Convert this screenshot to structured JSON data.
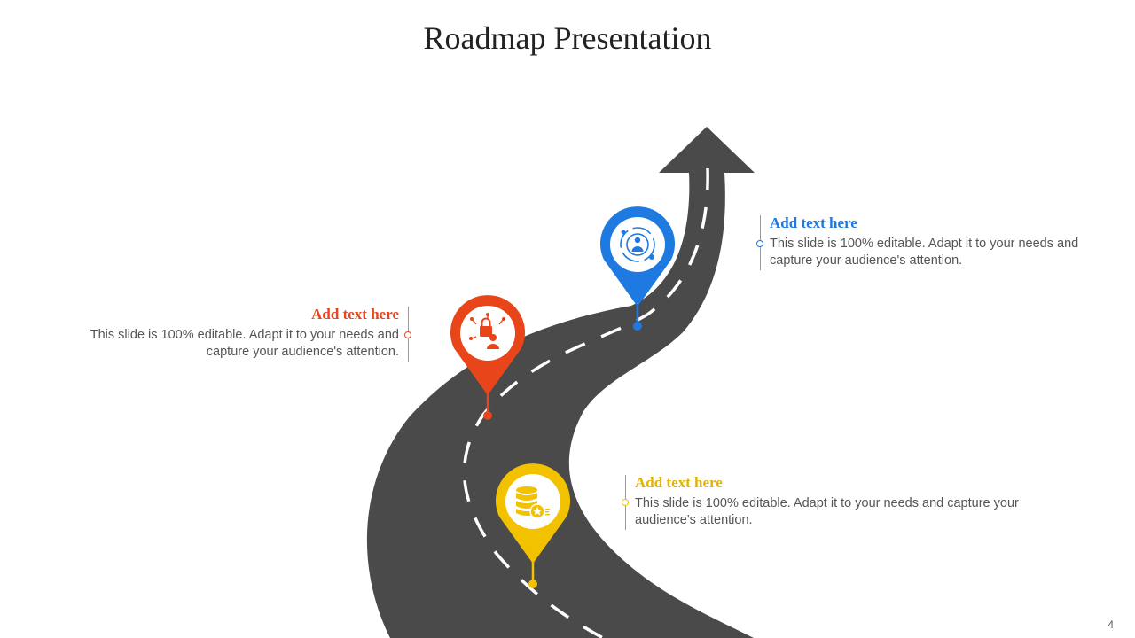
{
  "slide": {
    "title": "Roadmap Presentation",
    "page_number": "4"
  },
  "colors": {
    "road": "#4a4a4a",
    "road_marking": "#ffffff",
    "orange": "#e8451a",
    "blue": "#1e7ae0",
    "yellow": "#f2c200",
    "body_text": "#555555"
  },
  "milestones": [
    {
      "heading": "Add text here",
      "body": "This slide is 100% editable. Adapt it to your needs and capture your audience's attention.",
      "color": "#e8451a",
      "icon": "security-lock-user-icon"
    },
    {
      "heading": "Add text here",
      "body": "This slide is 100% editable. Adapt it to your needs and capture your audience's attention.",
      "color": "#1e7ae0",
      "icon": "user-cycle-icon"
    },
    {
      "heading": "Add text here",
      "body": "This slide is 100% editable. Adapt it to your needs and capture your audience's attention.",
      "color": "#f2c200",
      "icon": "database-star-icon"
    }
  ]
}
